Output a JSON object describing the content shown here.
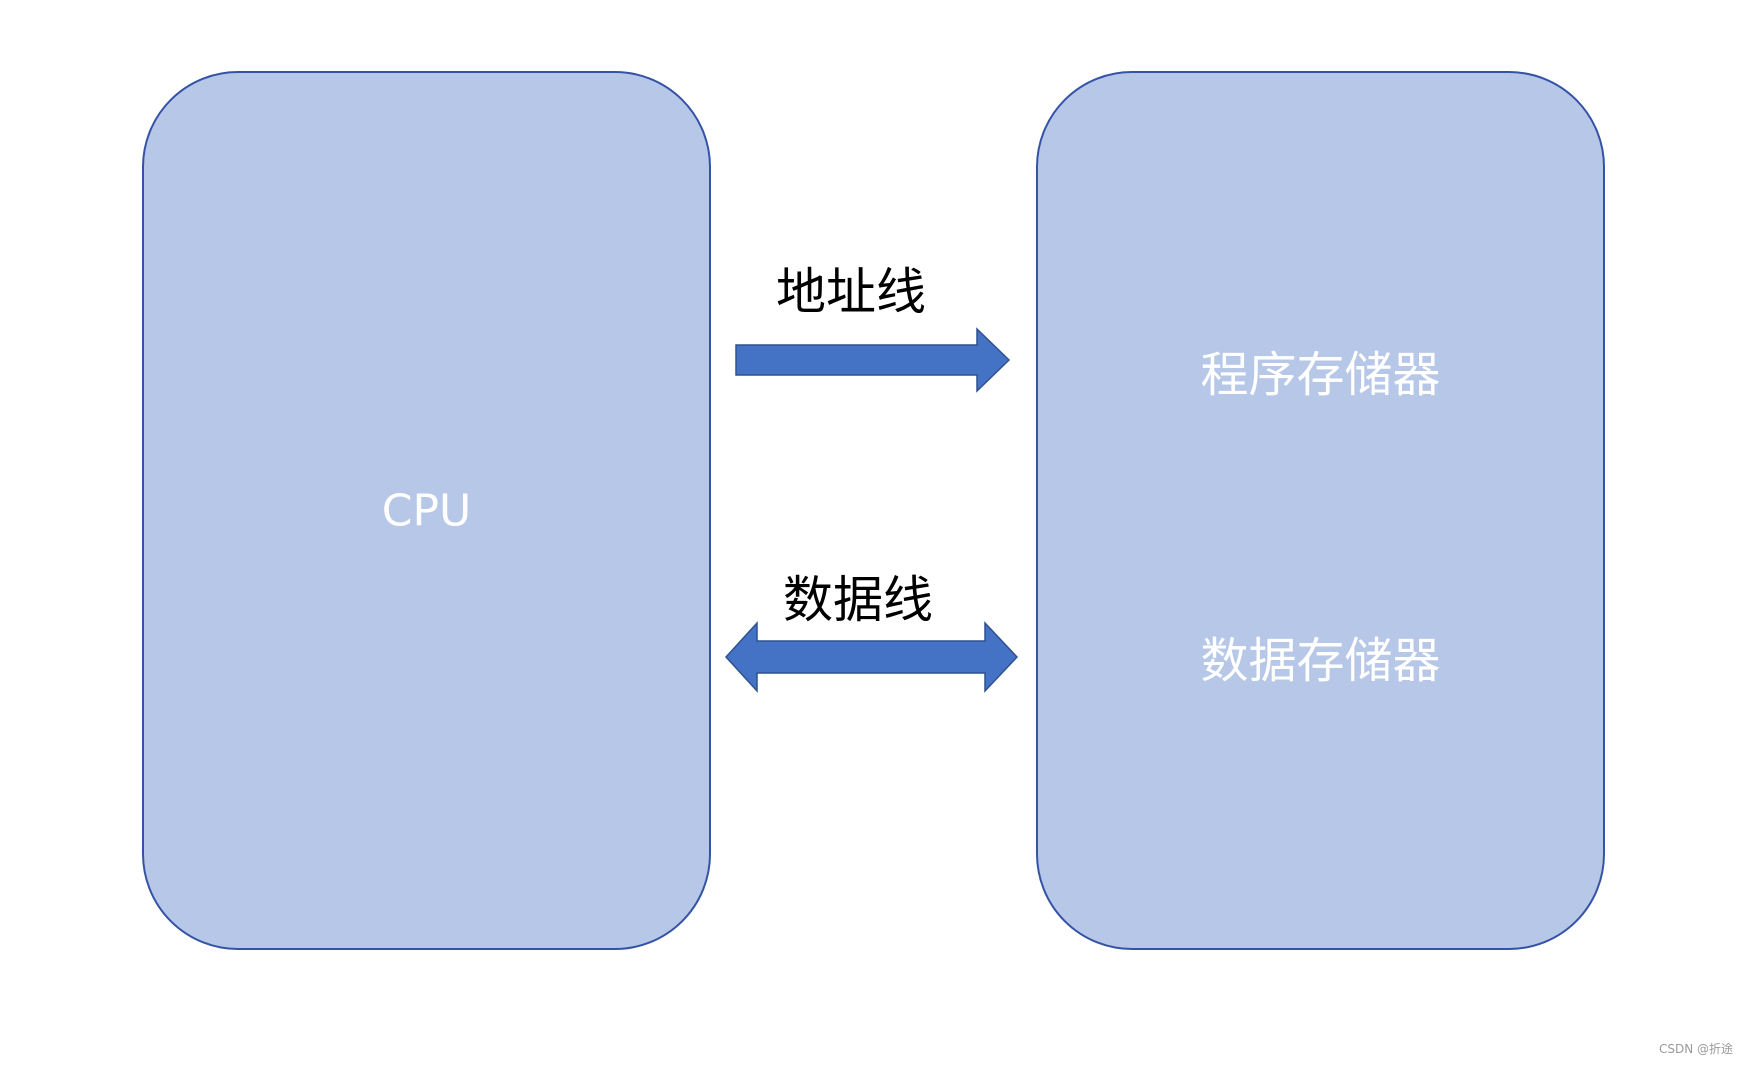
{
  "colors": {
    "block_fill": "#b7c7e8",
    "block_border": "#3553a6",
    "arrow_fill": "#4472c4",
    "arrow_stroke": "#2f528f",
    "block_text": "#ffffff",
    "bus_text": "#000000"
  },
  "cpu": {
    "label": "CPU"
  },
  "memory": {
    "program_label": "程序存储器",
    "data_label": "数据存储器"
  },
  "buses": {
    "address": {
      "label": "地址线",
      "direction": "cpu-to-memory"
    },
    "data": {
      "label": "数据线",
      "direction": "bidirectional"
    }
  },
  "watermark": "CSDN @折途"
}
